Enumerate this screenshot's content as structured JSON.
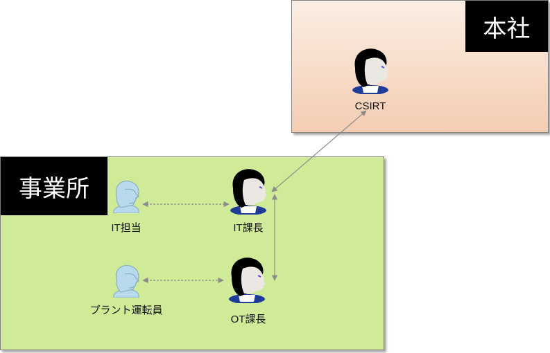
{
  "zones": {
    "hq": {
      "label": "本社"
    },
    "site": {
      "label": "事業所"
    }
  },
  "people": {
    "csirt": {
      "label": "CSIRT"
    },
    "it_manager": {
      "label": "IT課長"
    },
    "it_staff": {
      "label": "IT担当"
    },
    "ot_manager": {
      "label": "OT課長"
    },
    "plant_operator": {
      "label": "プラント運転員"
    }
  },
  "colors": {
    "hq_fill": "#f4cdb3",
    "site_fill": "#d0eb97",
    "title_bg": "#000000",
    "manager_hair": "#000000",
    "manager_collar": "#1f3c99",
    "staff_fill": "#b9d9ec",
    "connector": "#8c8c8c"
  },
  "icons": {
    "manager": "person-manager-icon",
    "staff": "person-staff-icon"
  }
}
